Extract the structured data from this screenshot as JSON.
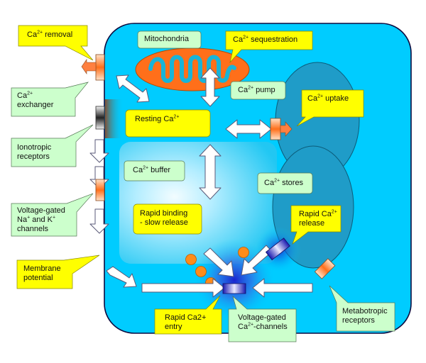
{
  "labels": {
    "ca_removal": {
      "main": "Ca",
      "sup": "2+",
      "rest": " removal"
    },
    "ca_exchanger": {
      "l1_main": "Ca",
      "l1_sup": "2+",
      "l2": "exchanger"
    },
    "ionotropic": {
      "l1": "Ionotropic",
      "l2": "receptors"
    },
    "voltage_nak": {
      "l1": "Voltage-gated",
      "l2a": "Na",
      "l2a_sup": "+",
      "l2b": " and K",
      "l2b_sup": "+",
      "l3": "channels"
    },
    "membrane": {
      "l1": "Membrane",
      "l2": "potential"
    },
    "mitochondria": "Mitochondria",
    "sequestration": {
      "main": "Ca",
      "sup": "2+",
      "rest": " sequestration"
    },
    "ca_pump": {
      "main": "Ca",
      "sup": "2+",
      "rest": " pump"
    },
    "ca_uptake": {
      "main": "Ca",
      "sup": "2+",
      "rest": " uptake"
    },
    "resting": {
      "main": "Resting Ca",
      "sup": "2+"
    },
    "buffer": {
      "main": "Ca",
      "sup": "2+",
      "rest": " buffer"
    },
    "stores": {
      "main": "Ca",
      "sup": "2+",
      "rest": " stores"
    },
    "rapid_binding": {
      "l1": "Rapid binding",
      "l2": "- slow release"
    },
    "rapid_release": {
      "l1_main": "Rapid Ca",
      "l1_sup": "2+",
      "l2": "release"
    },
    "rapid_entry": {
      "l1": "Rapid Ca2+",
      "l2": "entry"
    },
    "voltage_ca": {
      "l1": "Voltage-gated",
      "l2a": "Ca",
      "l2a_sup": "2+",
      "l2b": "-channels"
    },
    "metabotropic": {
      "l1": "Metabotropic",
      "l2": "receptors"
    }
  },
  "colors": {
    "cell": "#00ccff",
    "cell_border": "#0b0b40",
    "yellow_box": "#ffff00",
    "green_box": "#ccffcc",
    "mito_fill": "#ff6f1a",
    "mito_inner": "#18b4d8",
    "organelle": "#1f9cc8",
    "buffer_fill": "#9fe6ff",
    "arrow_fill": "#ffffff",
    "arrow_stroke": "#5a5a78",
    "ion": "#ff8c1a",
    "orange_channel": "#ff8040",
    "blue_channel": "#3030c8"
  }
}
